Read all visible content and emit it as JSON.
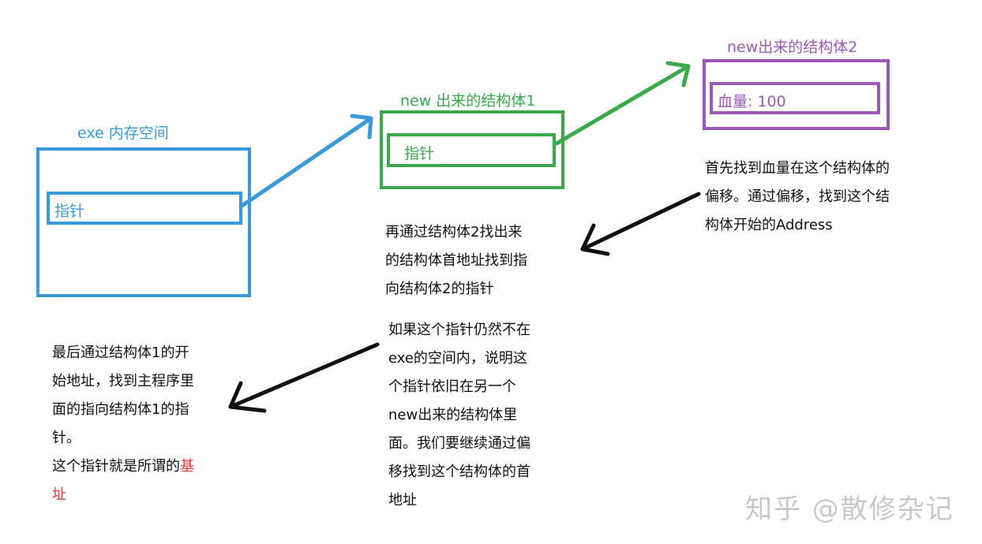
{
  "colors": {
    "blue": "#3a9ad9",
    "green": "#3aa84b",
    "purple": "#9b59b6",
    "black": "#111111",
    "red": "#e53935",
    "watermark": "#c8c8c8"
  },
  "nodes": {
    "exe": {
      "title": "exe 内存空间",
      "pointer": "指针"
    },
    "struct1": {
      "title": "new 出来的结构体1",
      "pointer": "指针"
    },
    "struct2": {
      "title": "new出来的结构体2",
      "field": "血量: 100"
    }
  },
  "notes": {
    "step1": [
      "首先找到血量在这个结构体的",
      "偏移。通过偏移，找到这个结",
      "构体开始的Address"
    ],
    "step2": [
      "再通过结构体2找出来",
      "的结构体首地址找到指",
      "向结构体2的指针"
    ],
    "step3": [
      "如果这个指针仍然不在",
      "exe的空间内，说明这",
      "个指针依旧在另一个",
      "new出来的结构体里",
      "面。我们要继续通过偏",
      "移找到这个结构体的首",
      "地址"
    ],
    "step4": {
      "lines": [
        "最后通过结构体1的开",
        "始地址，找到主程序里",
        "面的指向结构体1的指",
        "针。"
      ],
      "last_prefix": "这个指针就是所谓的",
      "highlight_1": "基",
      "highlight_2": "址"
    }
  },
  "watermark": "知乎 @散修杂记",
  "icons": {
    "arrow": "arrow-icon"
  }
}
